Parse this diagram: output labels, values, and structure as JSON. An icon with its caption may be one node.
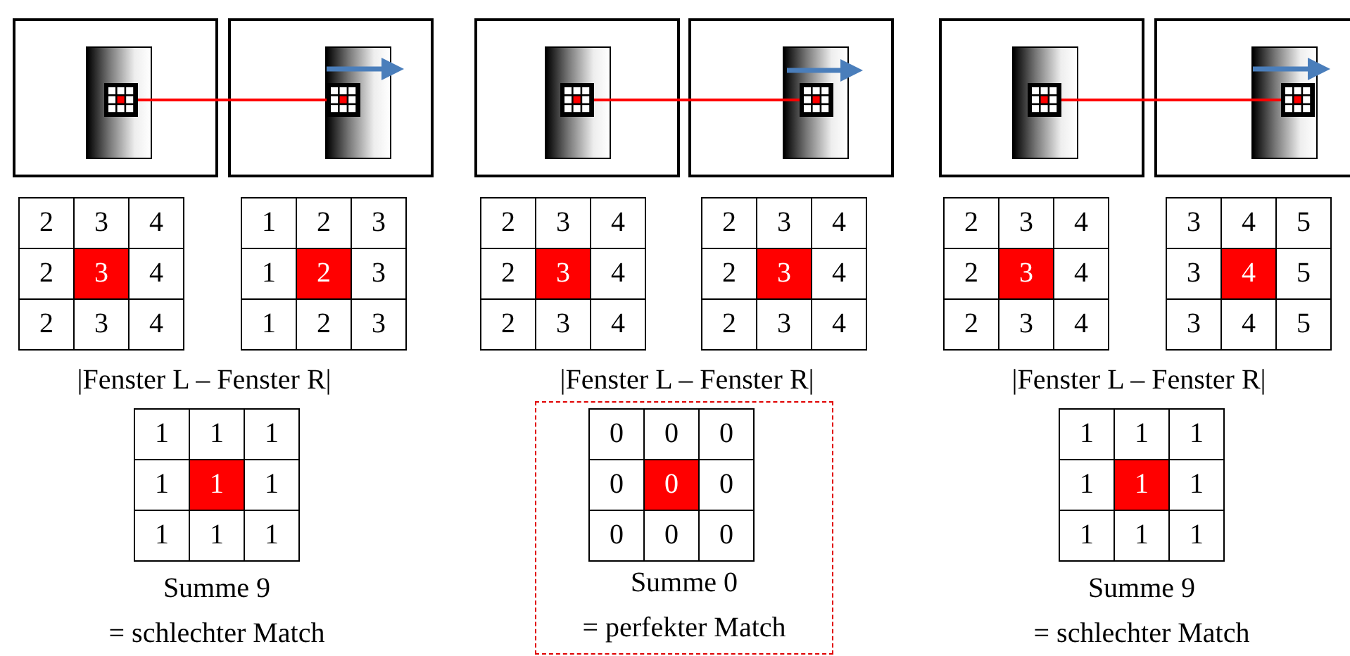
{
  "diagram": {
    "nodes": [
      {
        "text": [],
        "shape": "box"
      },
      {
        "text": [],
        "shape": "picture",
        "in": 0
      },
      {
        "text": [],
        "shape": "box"
      },
      {
        "text": [],
        "shape": "picture",
        "in": 2
      },
      {
        "text": [],
        "shape": "box"
      },
      {
        "text": [],
        "shape": "picture",
        "in": 4
      },
      {
        "text": [],
        "shape": "box"
      },
      {
        "text": [],
        "shape": "picture",
        "in": 6
      },
      {
        "text": [],
        "shape": "box"
      },
      {
        "text": [],
        "shape": "picture",
        "in": 8
      },
      {
        "text": [],
        "shape": "box"
      },
      {
        "text": [],
        "shape": "picture",
        "in": 10
      },
      {
        "text": [
          "Summe 0",
          "= perfekter Match"
        ]
      }
    ],
    "edges": [
      {
        "from": 1,
        "to": 3,
        "arrow": "none"
      },
      {
        "from": 5,
        "to": 7,
        "arrow": "none"
      },
      {
        "from": 9,
        "to": 11,
        "arrow": "none"
      }
    ],
    "labels": [
      "2",
      "3",
      "4",
      "2",
      "3",
      "4",
      "2",
      "3",
      "4",
      "1",
      "2",
      "3",
      "1",
      "2",
      "3",
      "1",
      "2",
      "3",
      "|Fenster L – Fenster R|",
      "1",
      "1",
      "1",
      "1",
      "1",
      "1",
      "1",
      "1",
      "1",
      "Summe 9",
      "= schlechter Match",
      "2",
      "3",
      "4",
      "2",
      "3",
      "4",
      "2",
      "3",
      "4",
      "2",
      "3",
      "4",
      "2",
      "3",
      "4",
      "2",
      "3",
      "4",
      "|Fenster L – Fenster R|",
      "0",
      "0",
      "0",
      "0",
      "0",
      "0",
      "0",
      "0",
      "0",
      "2",
      "3",
      "4",
      "2",
      "3",
      "4",
      "2",
      "3",
      "4",
      "3",
      "4",
      "5",
      "3",
      "4",
      "5",
      "3",
      "4",
      "5",
      "|Fenster L – Fenster R|",
      "1",
      "1",
      "1",
      "1",
      "1",
      "1",
      "1",
      "1",
      "1",
      "Summe 9",
      "= schlechter Match"
    ]
  }
}
